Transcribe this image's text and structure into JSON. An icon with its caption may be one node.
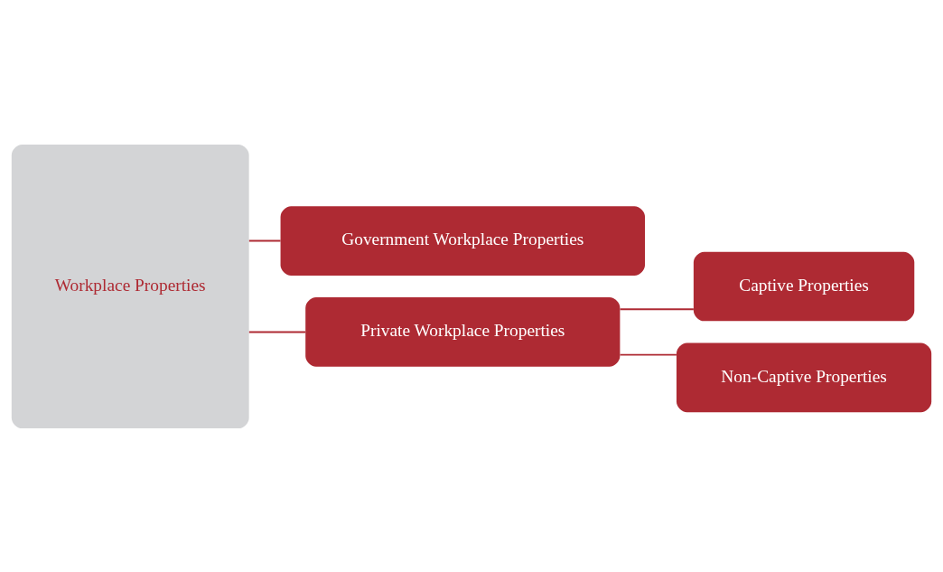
{
  "diagram": {
    "nodes": [
      {
        "text": [
          "Workplace Properties"
        ]
      },
      {
        "text": [
          "Government Workplace Properties"
        ]
      },
      {
        "text": [
          "Private Workplace Properties"
        ]
      },
      {
        "text": [
          "Captive Properties"
        ]
      },
      {
        "text": [
          "Non-Captive Properties"
        ]
      }
    ],
    "edges": [
      {
        "from": 0,
        "to": 1,
        "arrow": "none"
      },
      {
        "from": 0,
        "to": 2,
        "arrow": "none"
      },
      {
        "from": 2,
        "to": 3,
        "arrow": "none"
      },
      {
        "from": 2,
        "to": 4,
        "arrow": "none"
      }
    ]
  }
}
